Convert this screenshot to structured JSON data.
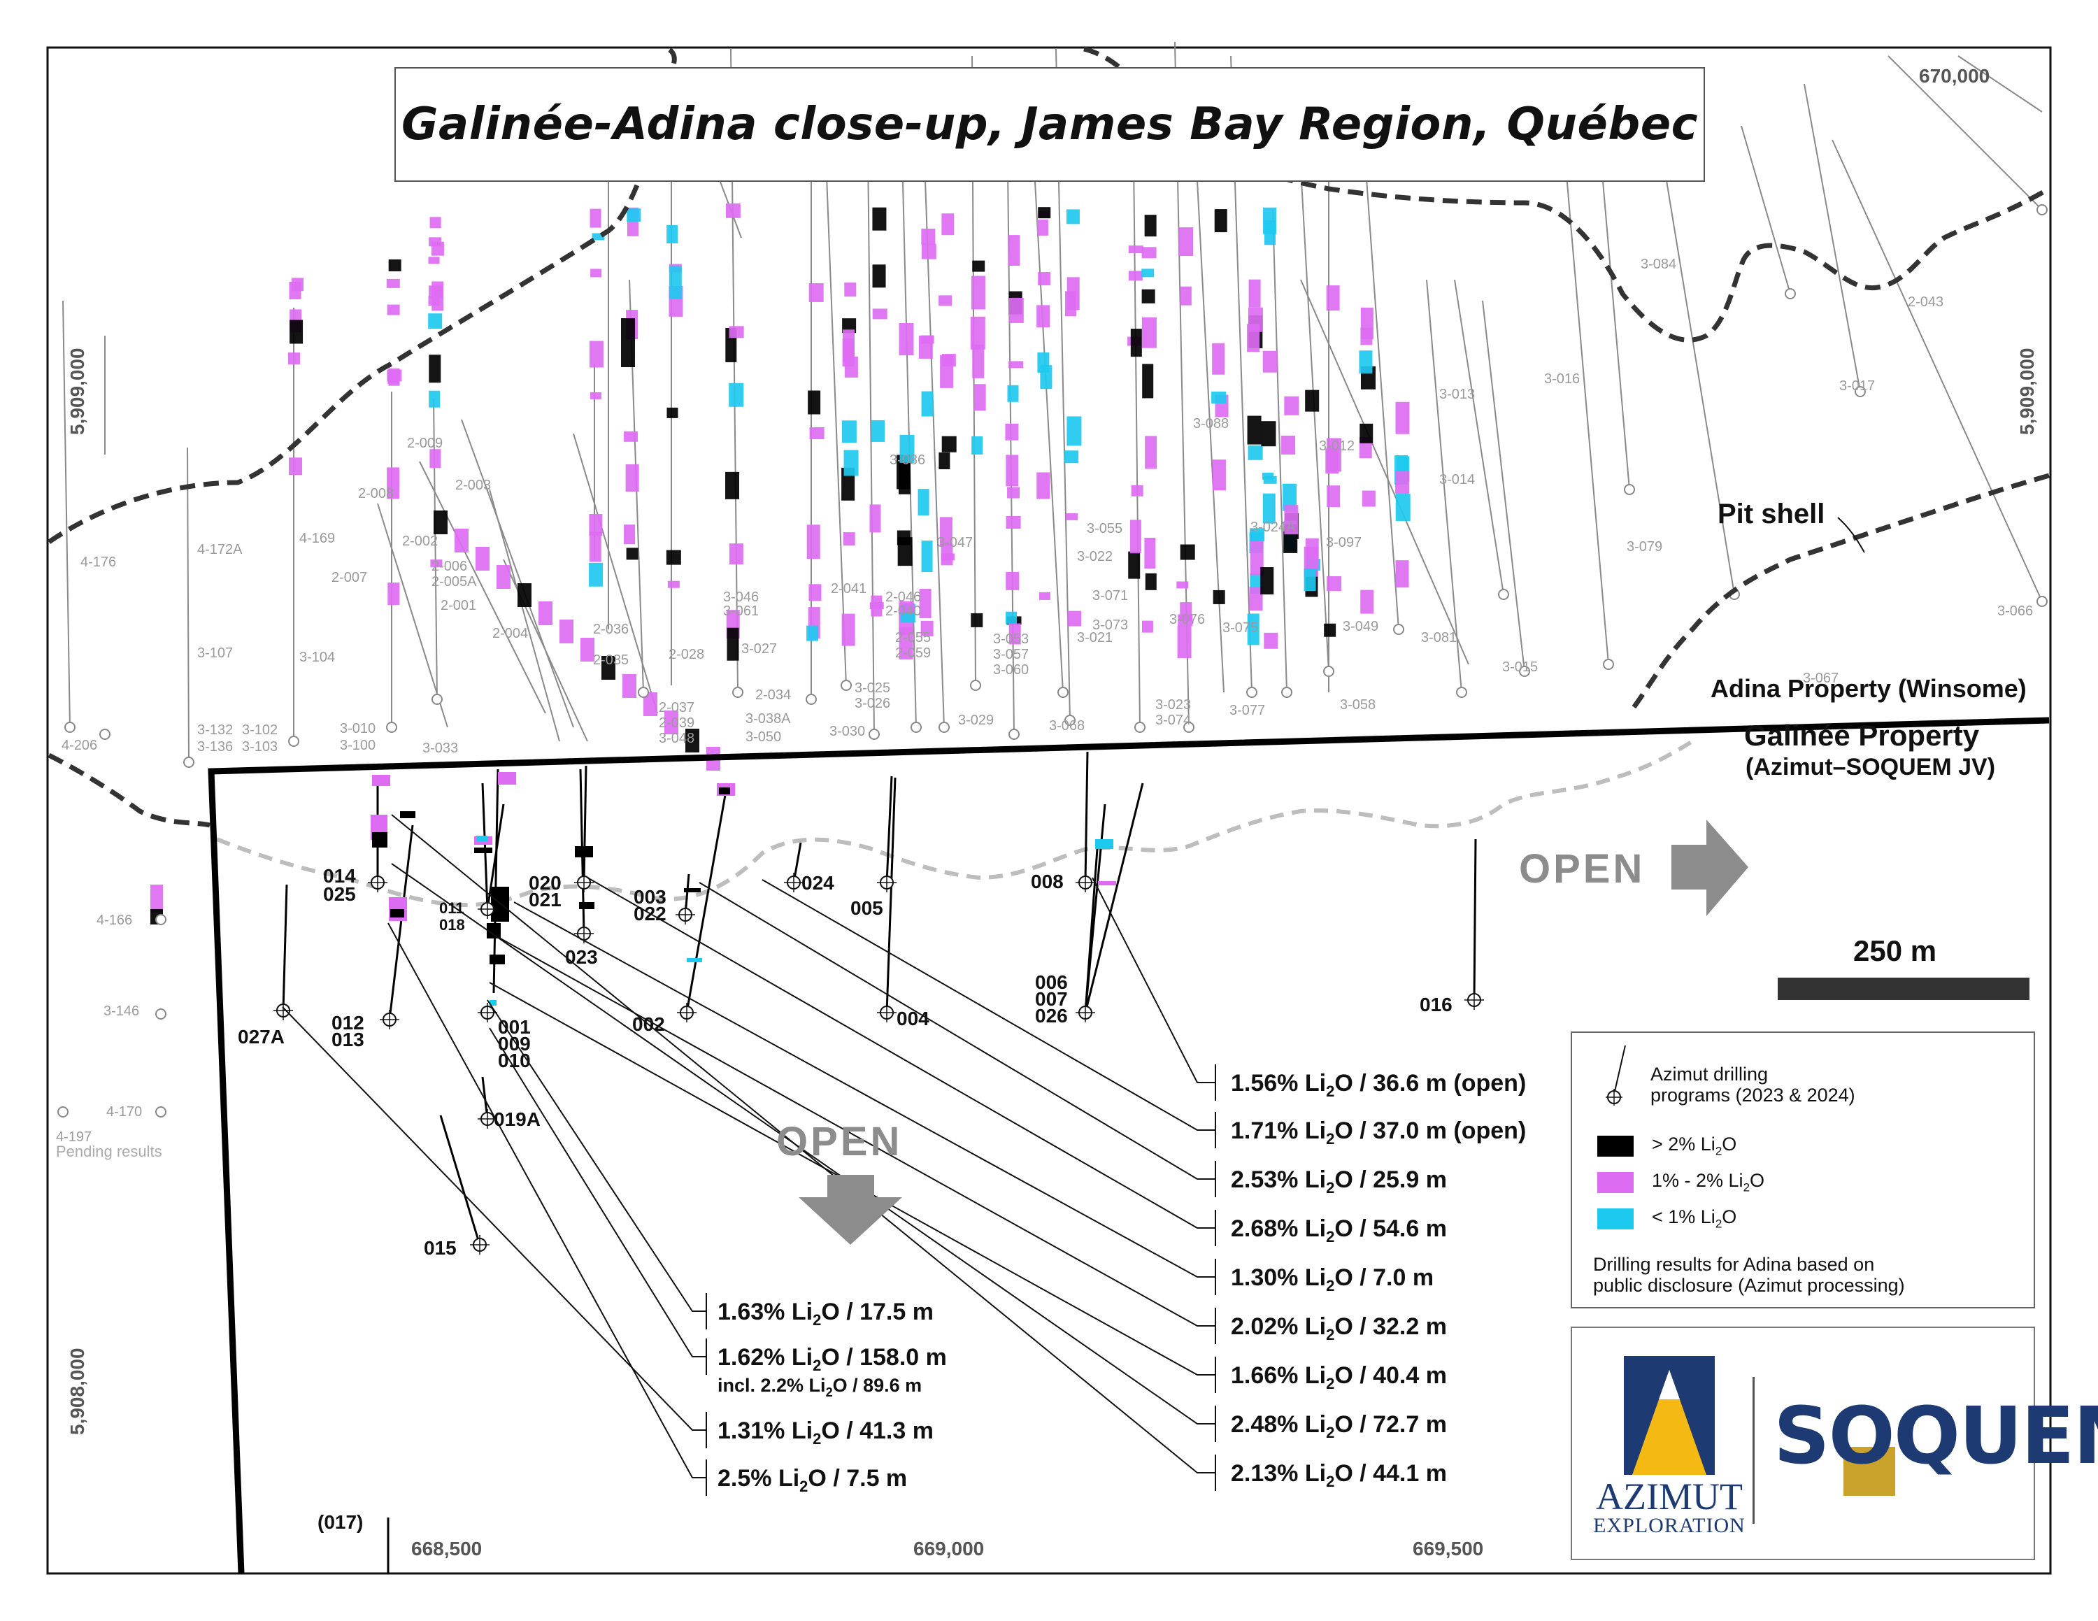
{
  "title": "Galinée-Adina close-up, James Bay Region, Québec",
  "colors": {
    "high_grade": "#000000",
    "mid_grade": "#dd6cf3",
    "low_grade": "#1ec9f0",
    "pit_shell": "#333333",
    "open_arrow": "#8c8c8c",
    "soquem_blue": "#1d3b72",
    "azimut_yellow": "#f5b914"
  },
  "coordinates": {
    "easting_top": "670,000",
    "northing_left_upper": "5,909,000",
    "northing_right_upper": "5,909,000",
    "northing_left_lower": "5,908,000",
    "easting_bottom": [
      "668,500",
      "669,000",
      "669,500"
    ]
  },
  "labels": {
    "pit_shell": "Pit shell",
    "adina_property": "Adina Property (Winsome)",
    "galinee_property": "Galinée Property",
    "galinee_jv": "(Azimut–SOQUEM JV)",
    "open_east": "OPEN",
    "open_south": "OPEN",
    "scale": "250 m",
    "pending": "Pending results"
  },
  "adina_holes": [
    "4-176",
    "4-172A",
    "4-169",
    "2-009",
    "2-008",
    "2-007",
    "2-002",
    "2-003",
    "2-006",
    "2-005A",
    "2-001",
    "2-004",
    "2-036",
    "2-035",
    "2-028",
    "3-107",
    "3-104",
    "3-132",
    "3-136",
    "3-102",
    "3-103",
    "3-010",
    "3-100",
    "3-033",
    "4-206",
    "2-037",
    "2-039",
    "3-048",
    "2-034",
    "3-038A",
    "3-050",
    "3-030",
    "3-027",
    "3-025",
    "3-026",
    "3-029",
    "3-086",
    "3-047",
    "3-055",
    "3-022",
    "3-071",
    "3-073",
    "3-074",
    "3-053",
    "3-057",
    "3-060",
    "3-021",
    "3-068",
    "3-023",
    "3-076",
    "3-075",
    "3-077",
    "3-024A",
    "3-088",
    "3-012",
    "3-097",
    "3-049",
    "3-058",
    "3-081",
    "3-015",
    "3-013",
    "3-014",
    "3-016",
    "3-079",
    "3-084",
    "3-017",
    "2-043",
    "3-066",
    "3-067",
    "2-041",
    "2-046",
    "2-040",
    "2-055",
    "2-059",
    "3-046",
    "3-061",
    "4-166",
    "3-146",
    "4-170",
    "4-197"
  ],
  "galinee_holes": [
    "014",
    "025",
    "012",
    "013",
    "027A",
    "011",
    "018",
    "001",
    "009",
    "010",
    "019A",
    "020",
    "021",
    "023",
    "003",
    "022",
    "002",
    "024",
    "005",
    "004",
    "008",
    "006",
    "007",
    "026",
    "016",
    "015",
    "(017)"
  ],
  "intercepts_right": [
    {
      "grade": "1.56%",
      "oxide": "Li",
      "sub": "2",
      "rest": "O / 36.6 m (open)"
    },
    {
      "grade": "1.71%",
      "oxide": "Li",
      "sub": "2",
      "rest": "O / 37.0 m (open)"
    },
    {
      "grade": "2.53%",
      "oxide": "Li",
      "sub": "2",
      "rest": "O / 25.9 m"
    },
    {
      "grade": "2.68%",
      "oxide": "Li",
      "sub": "2",
      "rest": "O / 54.6 m"
    },
    {
      "grade": "1.30%",
      "oxide": "Li",
      "sub": "2",
      "rest": "O / 7.0 m"
    },
    {
      "grade": "2.02%",
      "oxide": "Li",
      "sub": "2",
      "rest": "O / 32.2 m"
    },
    {
      "grade": "1.66%",
      "oxide": "Li",
      "sub": "2",
      "rest": "O / 40.4 m"
    },
    {
      "grade": "2.48%",
      "oxide": "Li",
      "sub": "2",
      "rest": "O / 72.7 m"
    },
    {
      "grade": "2.13%",
      "oxide": "Li",
      "sub": "2",
      "rest": "O / 44.1 m"
    }
  ],
  "intercepts_left": [
    {
      "grade": "1.63%",
      "oxide": "Li",
      "sub": "2",
      "rest": "O / 17.5 m"
    },
    {
      "grade": "1.62%",
      "oxide": "Li",
      "sub": "2",
      "rest": "O / 158.0 m"
    },
    {
      "grade": "1.31%",
      "oxide": "Li",
      "sub": "2",
      "rest": "O / 41.3 m"
    },
    {
      "grade": "2.5%",
      "oxide": "Li",
      "sub": "2",
      "rest": "O / 7.5 m"
    }
  ],
  "intercept_incl": {
    "text1": "incl. 2.2%  Li",
    "sub": "2",
    "text2": "O / 89.6 m"
  },
  "legend": {
    "drill_label_1": "Azimut drilling",
    "drill_label_2": "programs (2023 & 2024)",
    "items": [
      {
        "label_pre": "> 2% Li",
        "sub": "2",
        "label_post": "O",
        "color": "#000000"
      },
      {
        "label_pre": "1% - 2% Li",
        "sub": "2",
        "label_post": "O",
        "color": "#dd6cf3"
      },
      {
        "label_pre": "< 1% Li",
        "sub": "2",
        "label_post": "O",
        "color": "#1ec9f0"
      }
    ],
    "note_1": "Drilling results for Adina based on",
    "note_2": "public disclosure (Azimut processing)"
  },
  "logos": {
    "azimut_1": "AZIMUT",
    "azimut_2": "EXPLORATION",
    "soquem": "SOQUEM"
  }
}
